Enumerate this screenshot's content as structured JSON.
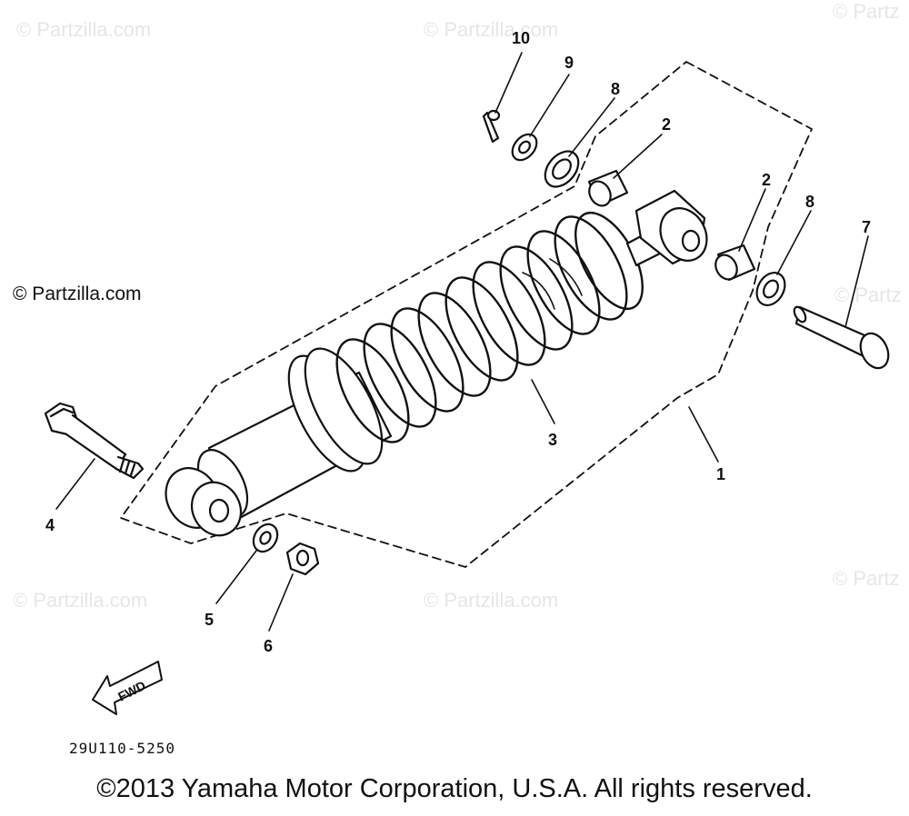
{
  "watermarks": {
    "top_left": "© Partzilla.com",
    "top_center": "© Partzilla.com",
    "top_right": "© Partz",
    "mid_left": "© Partzilla.com",
    "mid_right": "© Partz",
    "bottom_left": "© Partzilla.com",
    "bottom_center": "© Partzilla.com",
    "bottom_right": "© Partz"
  },
  "callouts": {
    "c1": "1",
    "c2a": "2",
    "c2b": "2",
    "c3": "3",
    "c4": "4",
    "c5": "5",
    "c6": "6",
    "c7": "7",
    "c8a": "8",
    "c8b": "8",
    "c9": "9",
    "c10": "10"
  },
  "fwd_label": "FWD",
  "diagram_code": "29U110-5250",
  "copyright": "©2013 Yamaha Motor Corporation, U.S.A. All rights reserved."
}
